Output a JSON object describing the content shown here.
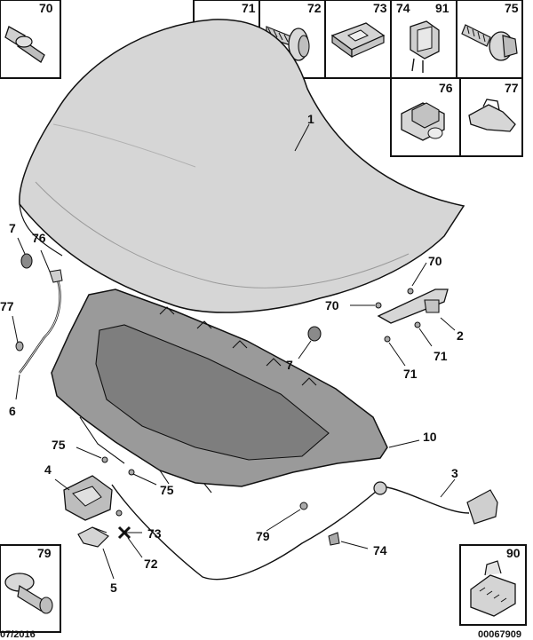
{
  "callouts": {
    "c1": "1",
    "c2": "2",
    "c3": "3",
    "c4": "4",
    "c5": "5",
    "c6": "6",
    "c7a": "7",
    "c7b": "7",
    "c10": "10",
    "c70a": "70",
    "c70b": "70",
    "c71a": "71",
    "c71b": "71",
    "c72": "72",
    "c73": "73",
    "c74": "74",
    "c75a": "75",
    "c75b": "75",
    "c76": "76",
    "c77": "77",
    "c79": "79"
  },
  "boxes": {
    "b70": "70",
    "b71": "71",
    "b72": "72",
    "b73": "73",
    "b74": "74",
    "b91": "91",
    "b75": "75",
    "b76": "76",
    "b77": "77",
    "b79": "79",
    "b90": "90"
  },
  "footer": {
    "date": "07/2016",
    "ref": "00067909"
  },
  "colors": {
    "line": "#111111",
    "part_fill": "#d6d6d6",
    "part_dark": "#8a8a8a",
    "shield_fill": "#9a9a9a"
  }
}
